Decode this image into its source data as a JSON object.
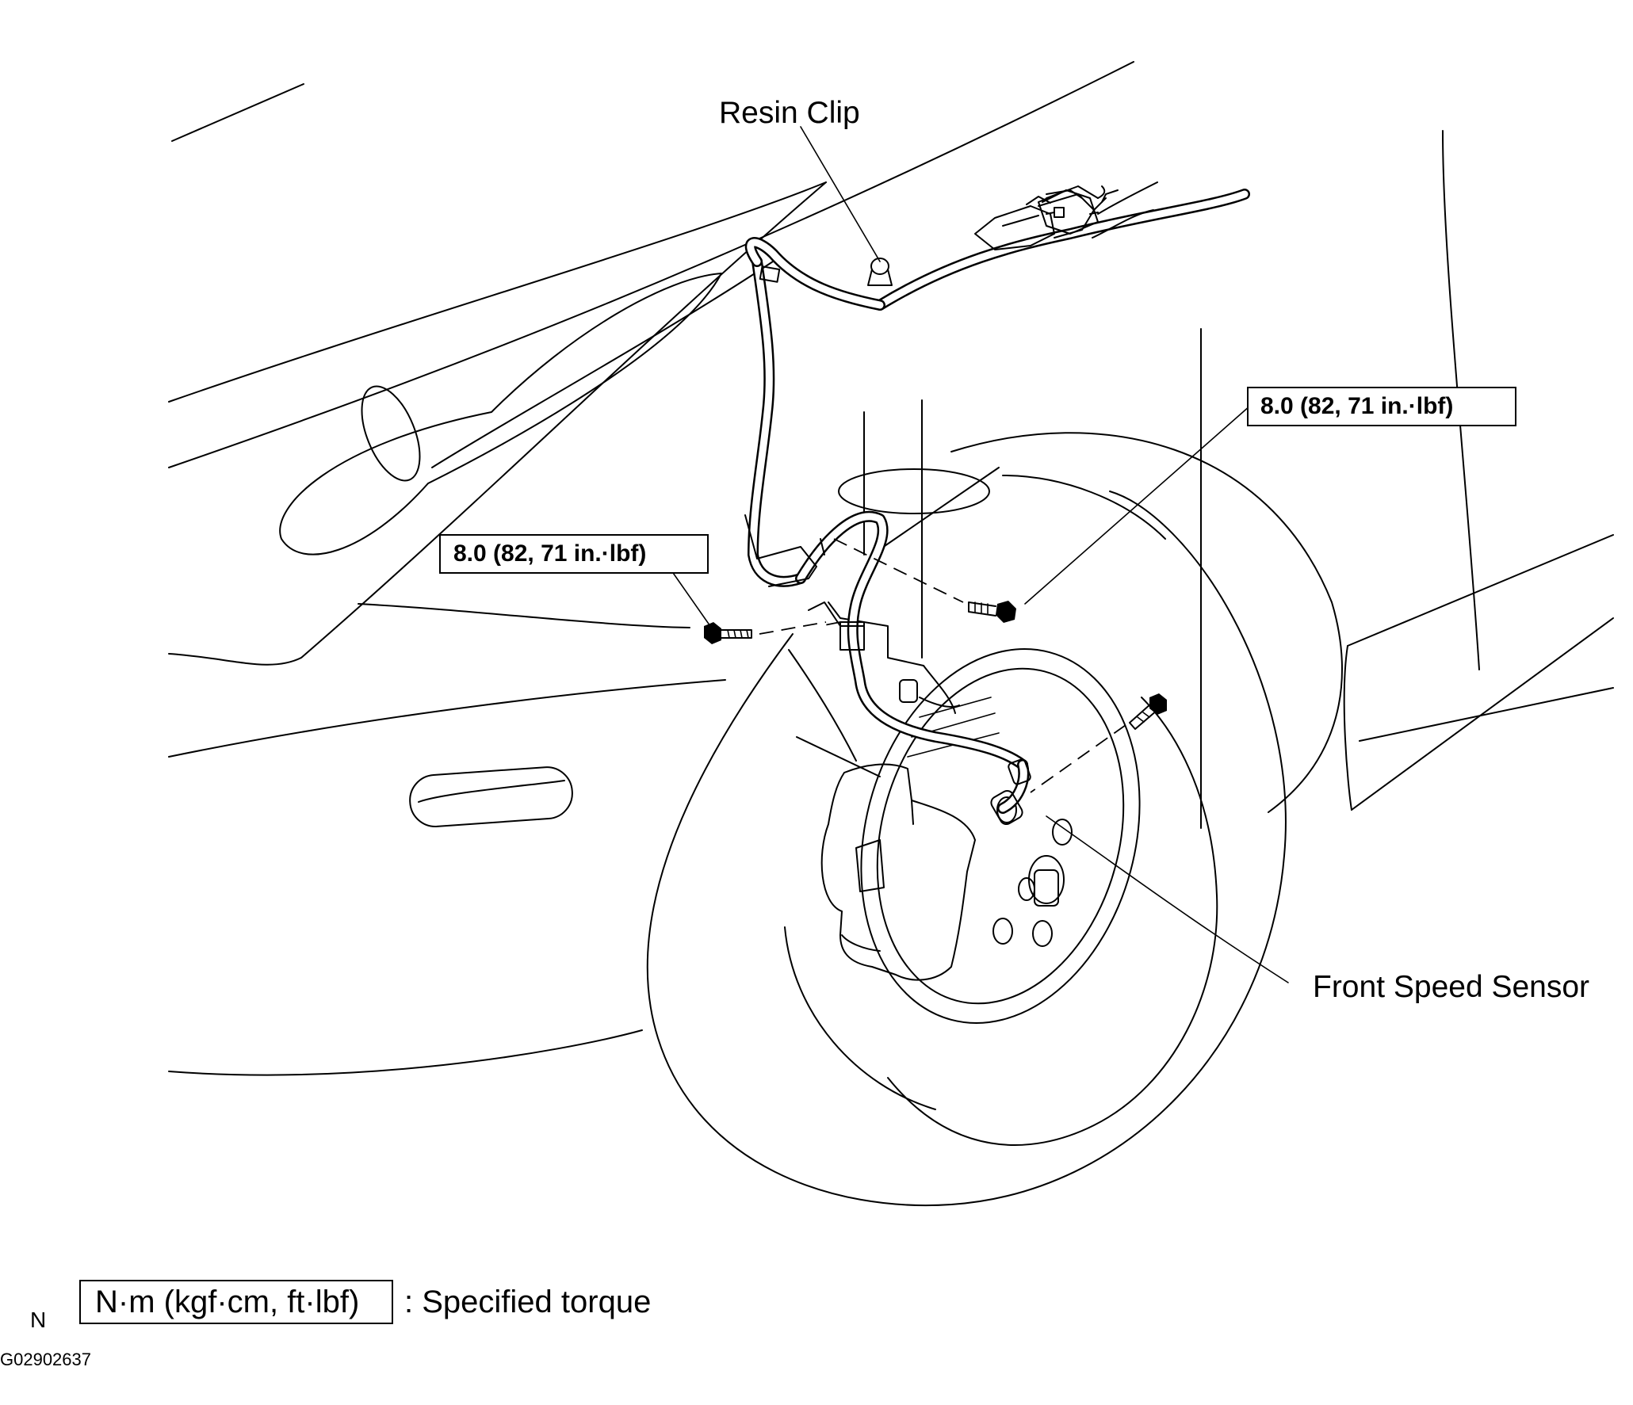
{
  "labels": {
    "resin_clip": "Resin Clip",
    "front_speed_sensor": "Front Speed Sensor",
    "torque_upper_right": "8.0 (82, 71 in.·lbf)",
    "torque_left": "8.0 (82, 71 in.·lbf)"
  },
  "legend": {
    "unit_box": "N·m (kgf·cm, ft·lbf)",
    "description": ": Specified torque"
  },
  "footer": {
    "marker": "N",
    "figure_code": "G02902637"
  }
}
